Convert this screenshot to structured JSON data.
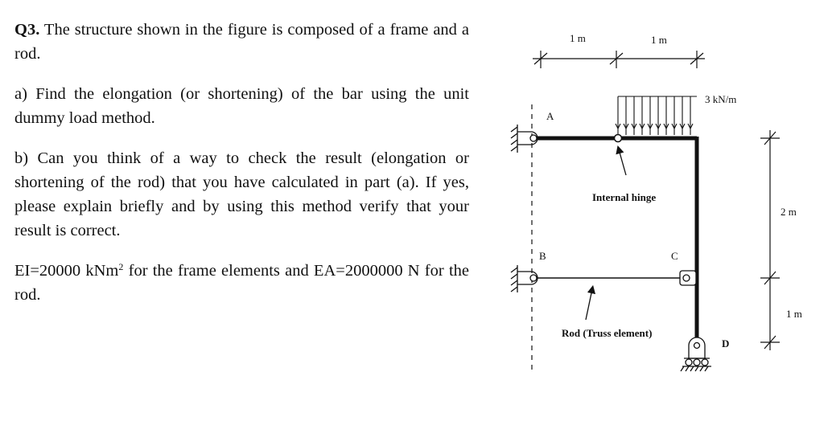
{
  "question": {
    "number": "Q3.",
    "intro": "The structure shown in the figure is composed of a frame and a rod.",
    "part_a": "a) Find the elongation (or shortening) of the bar using the unit dummy load method.",
    "part_b": "b) Can you think of a way to check the result (elongation or shortening of the rod) that you have calculated in part (a). If yes, please explain briefly and by using this method verify that your result is correct.",
    "props_ei": "EI=20000 kNm",
    "props_ei_exp": "2",
    "props_rest": " for the frame elements and EA=2000000 N for the rod."
  },
  "figure": {
    "dim_top_left": "1 m",
    "dim_top_right": "1 m",
    "load": "3 kN/m",
    "node_a": "A",
    "node_b": "B",
    "node_c": "C",
    "node_d": "D",
    "hinge_label": "Internal hinge",
    "rod_label": "Rod (Truss element)",
    "dim_right_upper": "2 m",
    "dim_right_lower": "1 m"
  }
}
